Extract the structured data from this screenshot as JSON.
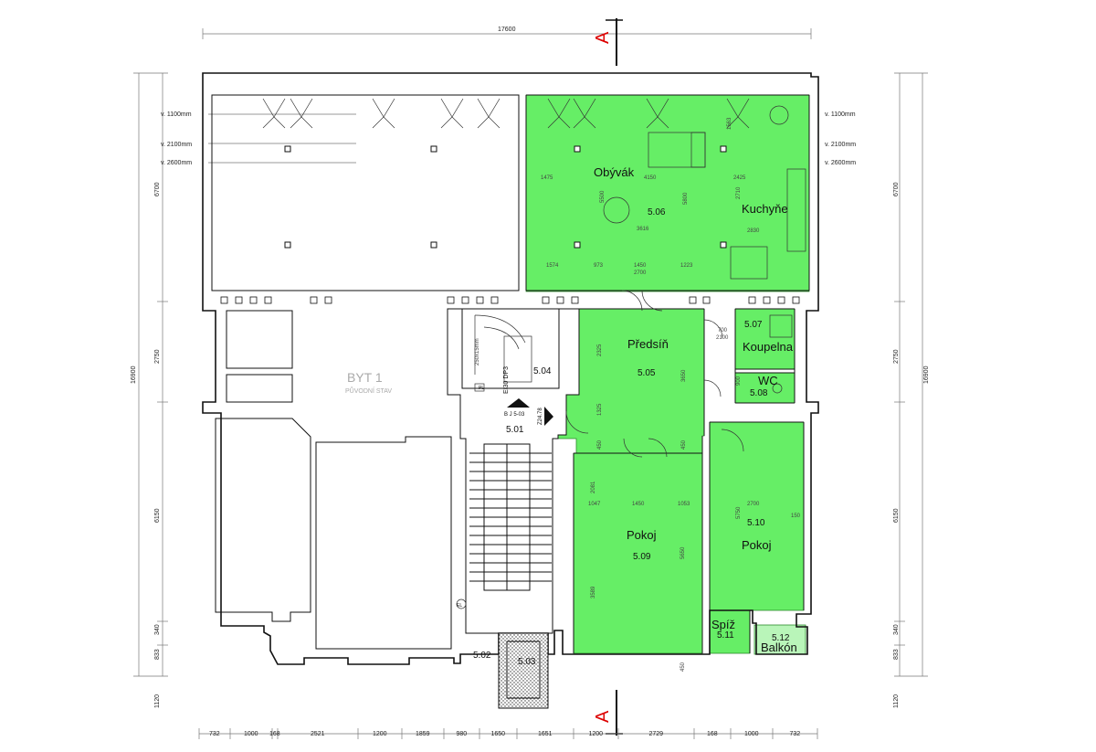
{
  "colors": {
    "apartment_fill": "#66ee66",
    "balcony_fill": "#b9f5b9",
    "section_marker": "#dd0000",
    "wall": "#111111"
  },
  "section": {
    "label": "A"
  },
  "overall": {
    "width_dim": "17600",
    "height_dim_left": "16900",
    "height_dim_right": "16900"
  },
  "heights": [
    "v. 1100mm",
    "v. 2100mm",
    "v. 2600mm"
  ],
  "rooms": {
    "obyvak": {
      "name": "Obývák",
      "num": "5.06"
    },
    "kuchyne": {
      "name": "Kuchyňe",
      "num": ""
    },
    "predsin": {
      "name": "Předsíň",
      "num": "5.05"
    },
    "koupelna": {
      "name": "Koupelna",
      "num": "5.07"
    },
    "wc": {
      "name": "WC",
      "num": "5.08"
    },
    "pokoj1": {
      "name": "Pokoj",
      "num": "5.09"
    },
    "pokoj2": {
      "name": "Pokoj",
      "num": "5.10"
    },
    "spiz": {
      "name": "Spíž",
      "num": "5.11"
    },
    "balkon": {
      "name": "Balkón",
      "num": "5.12"
    }
  },
  "other_labels": {
    "byt_title": "BYT 1",
    "byt_sub": "PŮVODNÍ STAV",
    "staircase_num": "5.01",
    "corridor_num": "5.02",
    "elevator_num": "5.03",
    "stair_room_num": "5.04",
    "fire_rating": "EI30 DP3",
    "entry_code": "B J 5-03",
    "entry_code2": "Z24.78",
    "electric": "EL",
    "pl": "PL"
  },
  "bottom_dims": [
    "732",
    "1000",
    "168",
    "2521",
    "1200",
    "1859",
    "980",
    "1650",
    "1651",
    "1200",
    "2729",
    "168",
    "1000",
    "732"
  ],
  "left_dims": [
    "6700",
    "2750",
    "6150",
    "833",
    "1120",
    "340"
  ],
  "right_dims": [
    "6700",
    "2750",
    "6150",
    "833",
    "1120",
    "340"
  ],
  "interior_dims": {
    "obyvak": [
      "1475",
      "4150",
      "5500",
      "3616",
      "1574",
      "973",
      "1450",
      "2700",
      "5800",
      "1223"
    ],
    "kuchyne": [
      "2425",
      "2710",
      "2830",
      "1563"
    ],
    "predsin": [
      "2325",
      "3650",
      "1325",
      "450",
      "450"
    ],
    "pokoj1": [
      "2081",
      "1047",
      "1450",
      "1053",
      "3589",
      "5650",
      "450"
    ],
    "pokoj2": [
      "2700",
      "5750",
      "150"
    ],
    "koupelna": [
      "700",
      "2100"
    ],
    "wc": [
      "900"
    ],
    "stair": [
      "250x15mm"
    ]
  }
}
